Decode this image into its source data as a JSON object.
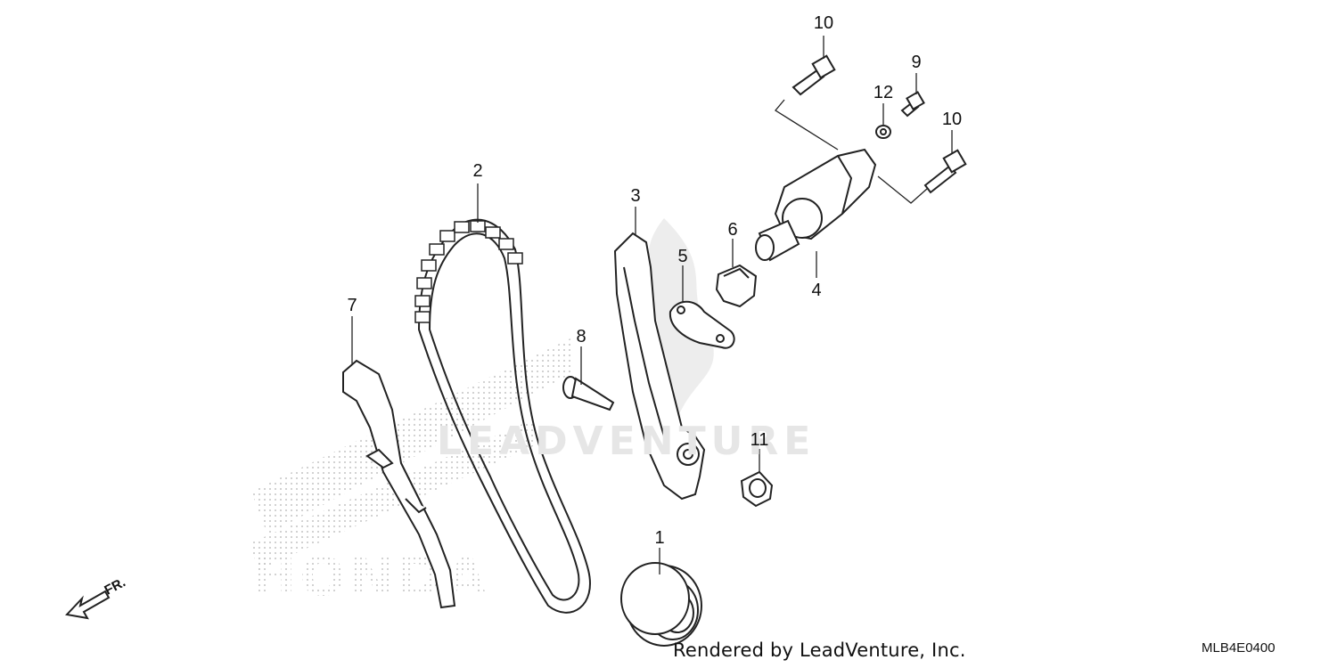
{
  "diagram": {
    "callouts": [
      {
        "id": "1",
        "label": "1"
      },
      {
        "id": "2",
        "label": "2"
      },
      {
        "id": "3",
        "label": "3"
      },
      {
        "id": "4",
        "label": "4"
      },
      {
        "id": "5",
        "label": "5"
      },
      {
        "id": "6",
        "label": "6"
      },
      {
        "id": "7",
        "label": "7"
      },
      {
        "id": "8",
        "label": "8"
      },
      {
        "id": "9",
        "label": "9"
      },
      {
        "id": "10a",
        "label": "10"
      },
      {
        "id": "10b",
        "label": "10"
      },
      {
        "id": "11",
        "label": "11"
      },
      {
        "id": "12",
        "label": "12"
      }
    ],
    "direction_label": "FR.",
    "watermark_text": "LEADVENTURE",
    "credit": "Rendered by LeadVenture, Inc.",
    "diagram_code": "MLB4E0400"
  }
}
